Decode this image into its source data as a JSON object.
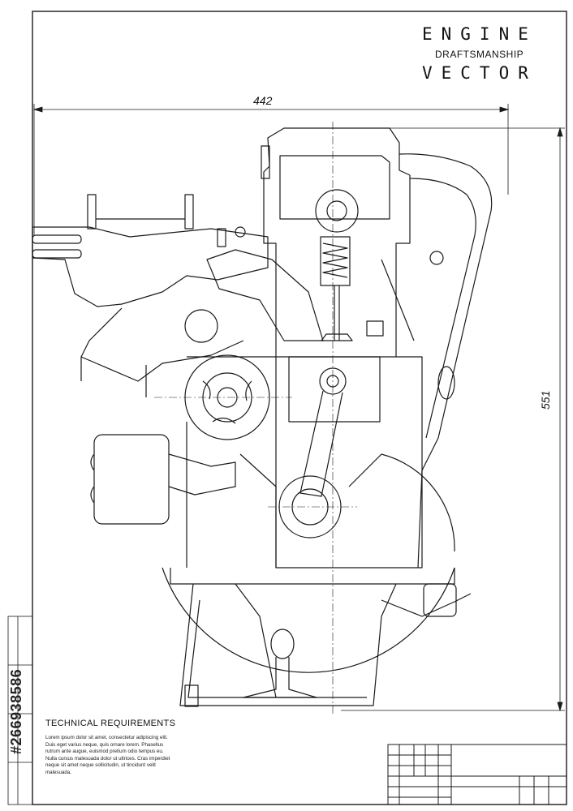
{
  "title": {
    "line1": "ENGINE",
    "line2": "DRAFTSMANSHIP",
    "line3": "VECTOR"
  },
  "dimensions": {
    "width": "442",
    "height": "551"
  },
  "notes": {
    "heading": "TECHNICAL REQUIREMENTS",
    "body": "Lorem ipsum dolor sit amet, consectetur adipiscing elit. Duis eget varius neque, quis ornare lorem. Phasellus rutrum ante augue, euismod pretium odio tempus eu. Nulla cursus malesuada dolor ut ultrices. Cras imperdiet neque sit amet neque sollicitudin, ut tincidunt velit malesuada."
  },
  "stock_id": "#266938586",
  "colors": {
    "line": "#1a1a1a",
    "background": "#ffffff",
    "watermark": "#e6e6e6"
  }
}
